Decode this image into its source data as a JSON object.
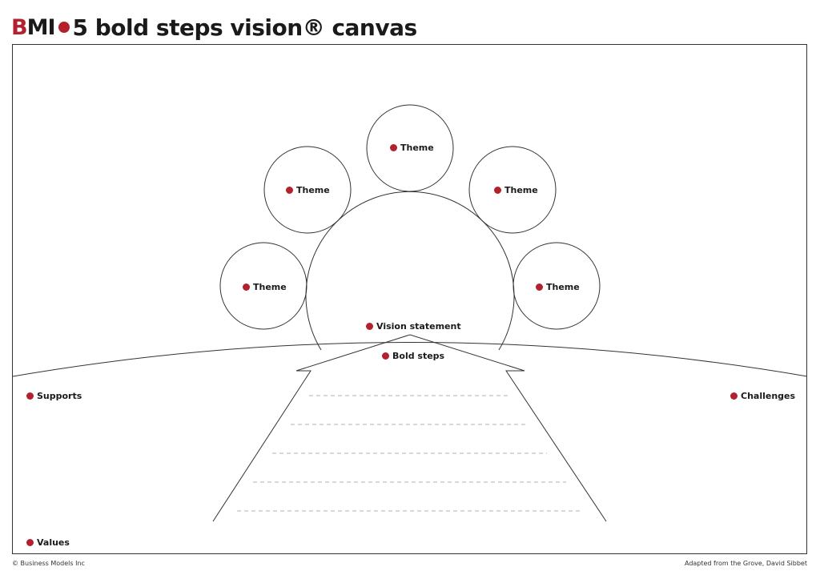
{
  "header": {
    "logo_b": "B",
    "logo_rest": "MI",
    "title": "5 bold steps vision® canvas"
  },
  "labels": {
    "theme_top": "Theme",
    "theme_upper_left": "Theme",
    "theme_upper_right": "Theme",
    "theme_lower_left": "Theme",
    "theme_lower_right": "Theme",
    "vision_statement": "Vision statement",
    "bold_steps": "Bold steps",
    "supports": "Supports",
    "challenges": "Challenges",
    "values": "Values"
  },
  "footer": {
    "left": "© Business Models Inc",
    "right": "Adapted from the Grove, David Sibbet"
  },
  "colors": {
    "accent": "#b3202e",
    "line": "#333333"
  }
}
